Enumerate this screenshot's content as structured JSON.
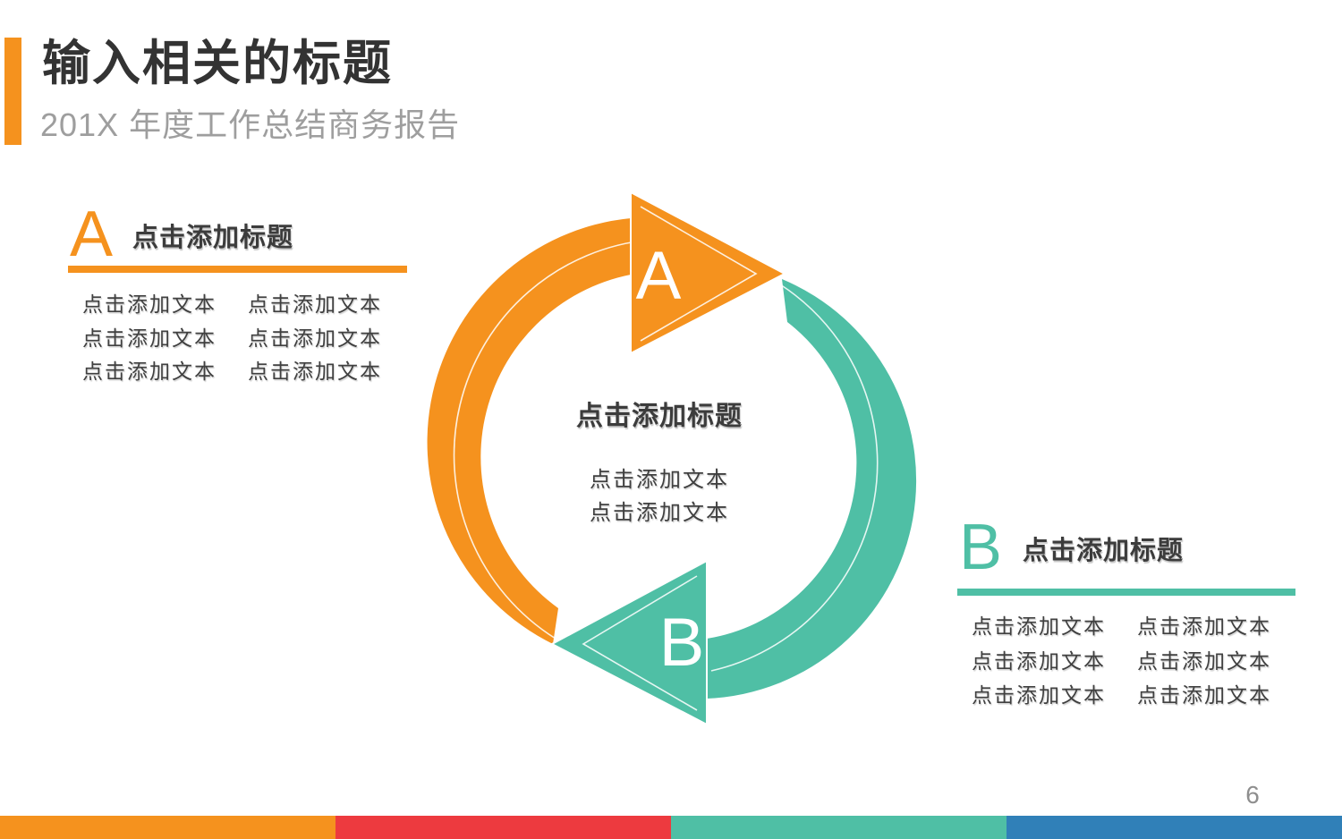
{
  "colors": {
    "orange": "#F5921E",
    "teal": "#4FBFA5",
    "red": "#ED3A3F",
    "blue": "#3080B8",
    "title_text": "#333333",
    "subtitle_text": "#9E9E9E",
    "body_text": "#404040",
    "page_number_text": "#8E8E8E"
  },
  "header": {
    "title": "输入相关的标题",
    "subtitle": "201X 年度工作总结商务报告"
  },
  "section_a": {
    "letter": "A",
    "heading": "点击添加标题",
    "items": [
      "点击添加文本",
      "点击添加文本",
      "点击添加文本",
      "点击添加文本",
      "点击添加文本",
      "点击添加文本"
    ]
  },
  "section_b": {
    "letter": "B",
    "heading": "点击添加标题",
    "items": [
      "点击添加文本",
      "点击添加文本",
      "点击添加文本",
      "点击添加文本",
      "点击添加文本",
      "点击添加文本"
    ]
  },
  "diagram": {
    "arrow_a_label": "A",
    "arrow_b_label": "B",
    "center": {
      "heading": "点击添加标题",
      "lines": [
        "点击添加文本",
        "点击添加文本"
      ]
    }
  },
  "footer": {
    "page_number": "6"
  }
}
